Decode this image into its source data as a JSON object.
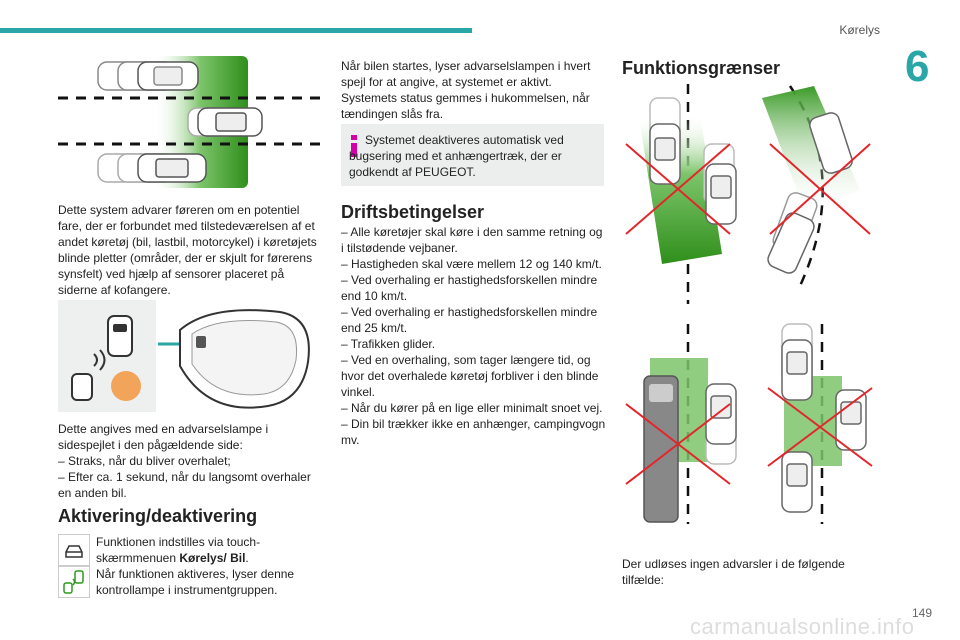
{
  "header": {
    "section": "Kørelys",
    "chapter": "6",
    "page": "149"
  },
  "watermark": "carmanualsonline.info",
  "col1": {
    "para1": "Dette system advarer føreren om en potentiel fare, der er forbundet med tilstedeværelsen af et andet køretøj (bil, lastbil, motorcykel) i køretøjets blinde pletter (områder, der er skjult for førerens synsfelt) ved hjælp af sensorer placeret på siderne af kofangere.",
    "para2_intro": "Dette angives med en advarselslampe i sidespejlet i den pågældende side:",
    "para2_items": [
      "– Straks, når du bliver overhalet;",
      "– Efter ca. 1 sekund, når du langsomt overhaler en anden bil."
    ],
    "heading": "Aktivering/deaktivering",
    "item1_text": "Funktionen indstilles via touch-skærmmenuen ",
    "item1_bold": "Kørelys/ Bil",
    "item1_end": ".",
    "item2_text": "Når funktionen aktiveres, lyser denne kontrollampe i instrumentgruppen."
  },
  "col2": {
    "para1": "Når bilen startes, lyser advarselslampen i hvert spejl for at angive, at systemet er aktivt. Systemets status gemmes i hukommelsen, når tændingen slås fra.",
    "info": "Systemet deaktiveres automatisk ved bugsering med et anhængertræk, der er godkendt af PEUGEOT.",
    "heading": "Driftsbetingelser",
    "items": [
      "– Alle køretøjer skal køre i den samme retning og i tilstødende vejbaner.",
      "– Hastigheden skal være mellem 12 og 140 km/t.",
      "– Ved overhaling er hastighedsforskellen mindre end 10 km/t.",
      "– Ved overhaling er hastighedsforskellen mindre end 25 km/t.",
      "– Trafikken glider.",
      "– Ved en overhaling, som tager længere tid, og hvor det overhalede køretøj forbliver i den blinde vinkel.",
      "– Når du kører på en lige eller minimalt snoet vej.",
      "– Din bil trækker ikke en anhænger, campingvogn mv."
    ]
  },
  "col3": {
    "heading": "Funktionsgrænser",
    "caption": "Der udløses ingen advarsler i de følgende tilfælde:"
  },
  "colors": {
    "accent": "#2aa6a6",
    "green": "#2f9a1f",
    "red": "#e3262b",
    "info_icon": "#d400a8"
  }
}
